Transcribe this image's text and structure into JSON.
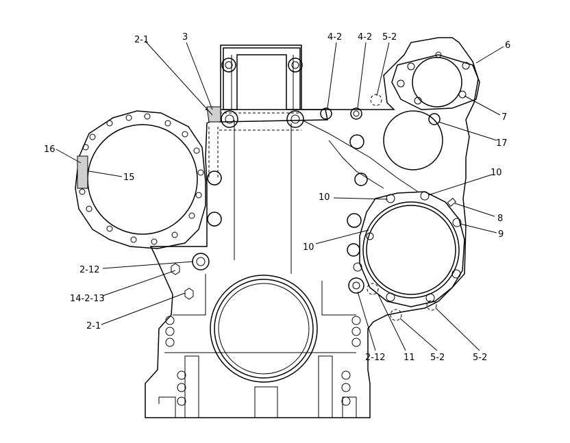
{
  "callouts": {
    "c_2_1_top": "2-1",
    "c_3": "3",
    "c_4_2_a": "4-2",
    "c_4_2_b": "4-2",
    "c_5_2_top": "5-2",
    "c_6": "6",
    "c_7": "7",
    "c_17": "17",
    "c_16": "16",
    "c_15": "15",
    "c_10_right": "10",
    "c_10_left": "10",
    "c_8": "8",
    "c_9": "9",
    "c_10_low": "10",
    "c_2_12_left": "2-12",
    "c_14_2_13": "14-2-13",
    "c_2_1_bottom": "2-1",
    "c_2_12_bottom": "2-12",
    "c_11": "11",
    "c_5_2_bottom": "5-2",
    "c_5_2_right": "5-2"
  }
}
